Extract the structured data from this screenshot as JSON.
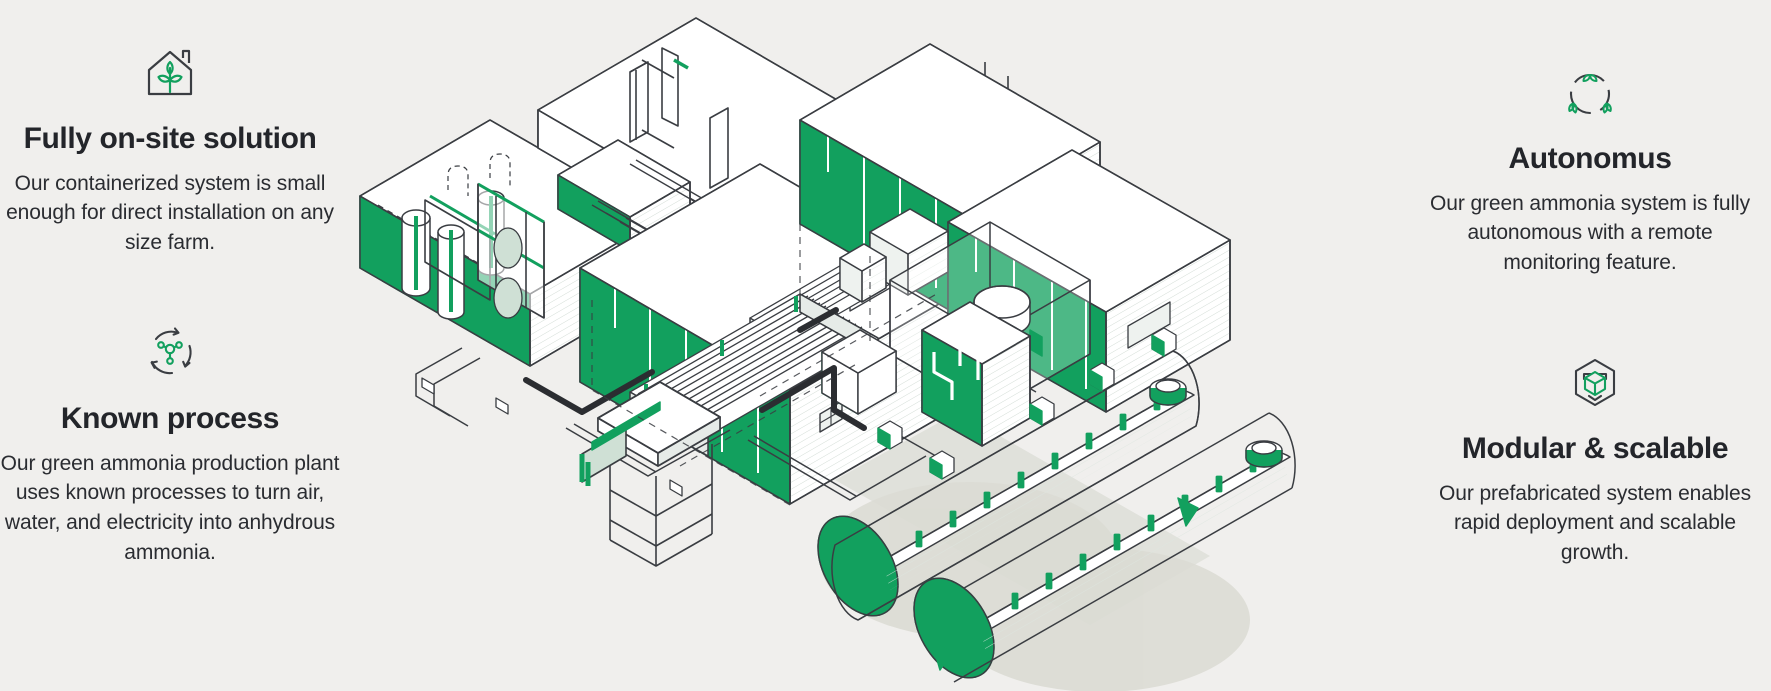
{
  "page": {
    "background_color": "#f0efed",
    "accent_green": "#12a05e",
    "text_color": "#23252a"
  },
  "features": [
    {
      "id": "fully-on-site-solution",
      "icon": "house-plant-icon",
      "title": "Fully on-site solution",
      "body": "Our containerized system is small enough for direct installation on any size farm."
    },
    {
      "id": "known-process",
      "icon": "molecule-cycle-icon",
      "title": "Known process",
      "body": "Our green ammonia production plant uses known processes to turn air, water, and electricity into anhydrous ammonia."
    },
    {
      "id": "autonomus",
      "icon": "leaf-circle-icon",
      "title": "Autonomus",
      "body": "Our green ammonia system is fully autonomous with a remote monitoring feature."
    },
    {
      "id": "modular-and-scalable",
      "icon": "hex-cube-icon",
      "title": "Modular & scalable",
      "body": "Our prefabricated system enables rapid deployment and scalable growth."
    }
  ],
  "illustration": {
    "name": "isometric-green-ammonia-plant",
    "description": "Isometric line drawing of a containerized green ammonia production plant with green shipping containers, process equipment, piping and two horizontal storage tanks.",
    "line_color": "#3a3d42",
    "fill_green": "#12a05e",
    "fill_white": "#ffffff",
    "shadow_color": "#ddddd6"
  }
}
